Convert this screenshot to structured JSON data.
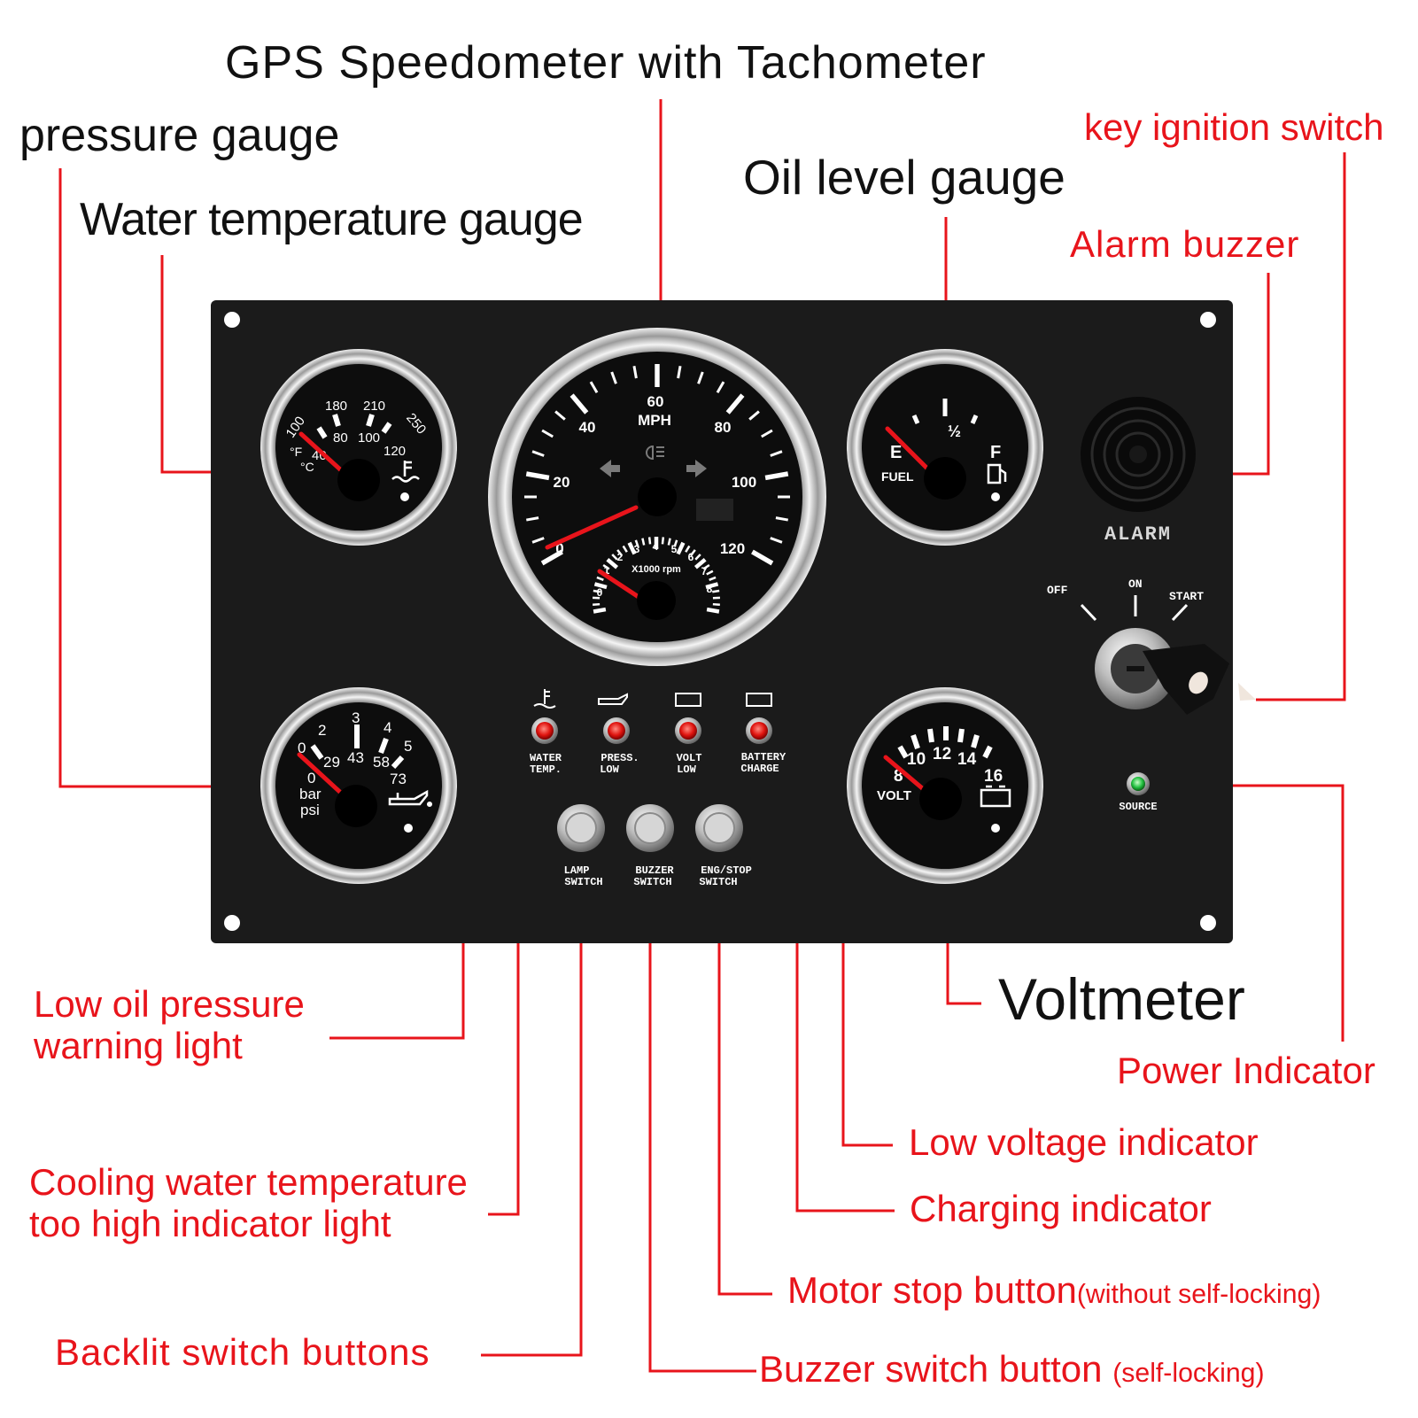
{
  "colors": {
    "red": "#e8141b",
    "panel": "#1b1b1b",
    "white": "#ffffff"
  },
  "callouts": {
    "gps": "GPS Speedometer with Tachometer",
    "pressure": "pressure gauge",
    "water_temp": "Water temperature gauge",
    "oil_level": "Oil level gauge",
    "key_switch": "key ignition switch",
    "alarm_buzzer": "Alarm buzzer",
    "voltmeter": "Voltmeter",
    "power_indicator": "Power Indicator",
    "low_oil_l1": "Low oil pressure",
    "low_oil_l2": "warning light",
    "low_voltage": "Low voltage indicator",
    "charging": "Charging indicator",
    "cooling_l1": "Cooling water temperature",
    "cooling_l2": "too high indicator light",
    "motor_stop": "Motor stop button",
    "motor_stop_note": "(without self-locking)",
    "backlit": "Backlit switch buttons",
    "buzzer_switch": "Buzzer switch button",
    "buzzer_switch_note": "(self-locking)"
  },
  "panel": {
    "water_temp_gauge": {
      "ticks_f": [
        "100",
        "180",
        "210",
        "250"
      ],
      "ticks_c": [
        "40",
        "80",
        "100",
        "120"
      ],
      "unit_f": "°F",
      "unit_c": "°C"
    },
    "speedometer": {
      "ticks": [
        "0",
        "20",
        "40",
        "60",
        "80",
        "100",
        "120"
      ],
      "unit": "MPH",
      "tach_ticks": [
        "0",
        "1",
        "2",
        "3",
        "4",
        "5",
        "6",
        "7",
        "8"
      ],
      "tach_unit": "X1000 rpm"
    },
    "fuel_gauge": {
      "empty": "E",
      "half": "½",
      "full": "F",
      "label": "FUEL"
    },
    "alarm_label": "ALARM",
    "ignition": {
      "off": "OFF",
      "on": "ON",
      "start": "START"
    },
    "pressure_gauge": {
      "ticks_bar": [
        "0",
        "2",
        "3",
        "4",
        "5"
      ],
      "ticks_psi": [
        "0",
        "29",
        "43",
        "58",
        "73"
      ],
      "unit_bar": "bar",
      "unit_psi": "psi"
    },
    "volt_gauge": {
      "ticks": [
        "8",
        "10",
        "12",
        "14",
        "16"
      ],
      "label": "VOLT"
    },
    "source_label": "SOURCE",
    "warning_lights": [
      {
        "l1": "WATER",
        "l2": "TEMP."
      },
      {
        "l1": "PRESS.",
        "l2": "LOW"
      },
      {
        "l1": "VOLT",
        "l2": "LOW"
      },
      {
        "l1": "BATTERY",
        "l2": "CHARGE"
      }
    ],
    "switches": [
      {
        "l1": "LAMP",
        "l2": "SWITCH"
      },
      {
        "l1": "BUZZER",
        "l2": "SWITCH"
      },
      {
        "l1": "ENG/STOP",
        "l2": "SWITCH"
      }
    ]
  }
}
